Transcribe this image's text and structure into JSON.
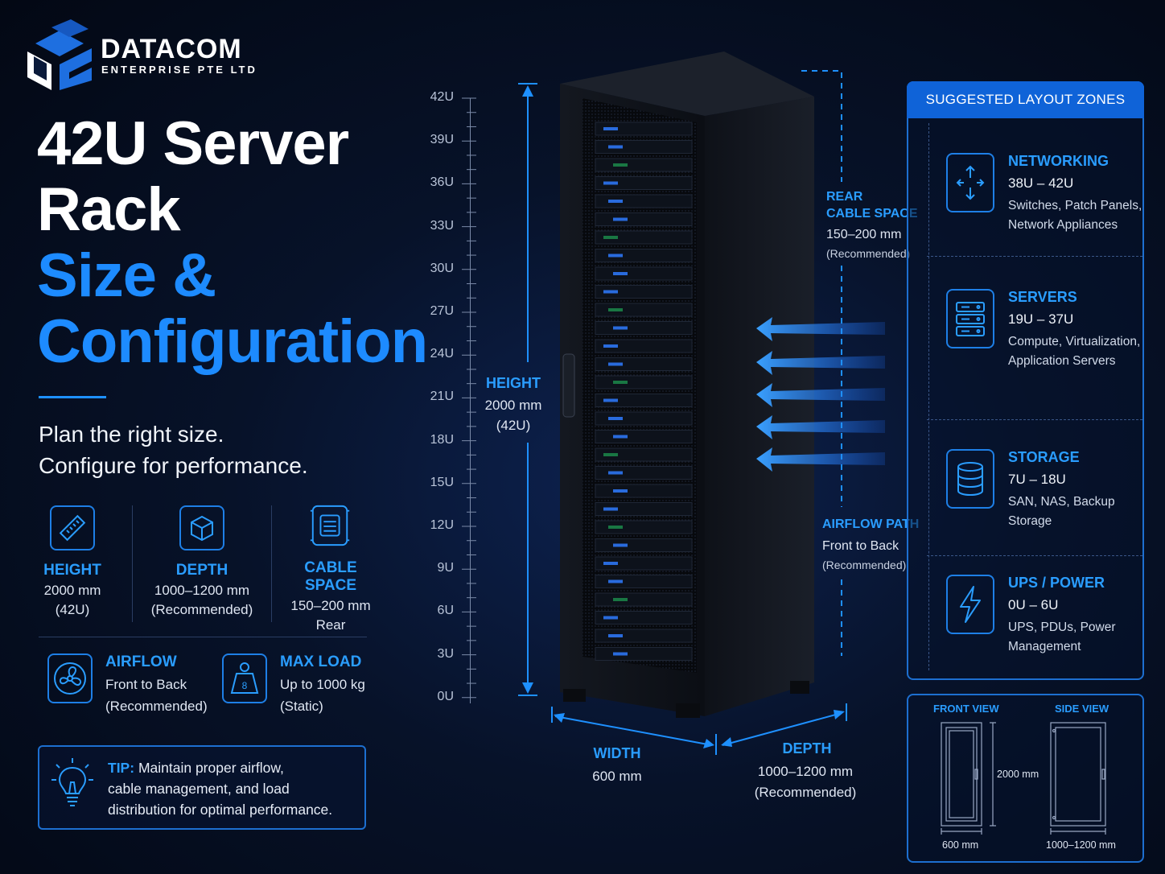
{
  "brand": {
    "name": "DATACOM",
    "subtitle": "ENTERPRISE PTE LTD"
  },
  "title": {
    "line1": "42U Server",
    "line2": "Rack",
    "line3": "Size &",
    "line4": "Configuration"
  },
  "tagline": {
    "line1": "Plan the right size.",
    "line2": "Configure for performance."
  },
  "specs": [
    {
      "icon": "ruler-icon",
      "title": "HEIGHT",
      "line1": "2000 mm",
      "line2": "(42U)"
    },
    {
      "icon": "cube-icon",
      "title": "DEPTH",
      "line1": "1000–1200 mm",
      "line2": "(Recommended)"
    },
    {
      "icon": "cable-organizer-icon",
      "title": "CABLE SPACE",
      "line1": "150–200 mm",
      "line2": "Rear"
    }
  ],
  "specs2": [
    {
      "icon": "fan-icon",
      "title": "AIRFLOW",
      "line1": "Front to Back",
      "line2": "(Recommended)"
    },
    {
      "icon": "weight-icon",
      "title": "MAX LOAD",
      "line1": "Up to 1000 kg",
      "line2": "(Static)"
    }
  ],
  "tip": {
    "label": "TIP:",
    "line1": "Maintain proper airflow,",
    "line2": "cable management, and load",
    "line3": "distribution for optimal performance."
  },
  "ruler": [
    "42U",
    "39U",
    "36U",
    "33U",
    "30U",
    "27U",
    "24U",
    "21U",
    "18U",
    "15U",
    "12U",
    "9U",
    "6U",
    "3U",
    "0U"
  ],
  "rack_dims": {
    "height_title": "HEIGHT",
    "height_val": "2000 mm",
    "height_u": "(42U)",
    "width_title": "WIDTH",
    "width_val": "600 mm",
    "depth_title": "DEPTH",
    "depth_val": "1000–1200 mm",
    "depth_note": "(Recommended)",
    "rear_title1": "REAR",
    "rear_title2": "CABLE SPACE",
    "rear_val": "150–200 mm",
    "rear_note": "(Recommended)",
    "airflow_title": "AIRFLOW PATH",
    "airflow_val": "Front to Back",
    "airflow_note": "(Recommended)"
  },
  "zones": {
    "header": "SUGGESTED LAYOUT ZONES",
    "items": [
      {
        "icon": "network-arrows-icon",
        "title": "NETWORKING",
        "range": "38U – 42U",
        "desc1": "Switches, Patch Panels,",
        "desc2": "Network Appliances"
      },
      {
        "icon": "server-icon",
        "title": "SERVERS",
        "range": "19U – 37U",
        "desc1": "Compute, Virtualization,",
        "desc2": "Application Servers"
      },
      {
        "icon": "database-icon",
        "title": "STORAGE",
        "range": "7U – 18U",
        "desc1": "SAN, NAS, Backup",
        "desc2": "Storage"
      },
      {
        "icon": "lightning-icon",
        "title": "UPS / POWER",
        "range": "0U – 6U",
        "desc1": "UPS, PDUs, Power",
        "desc2": "Management"
      }
    ]
  },
  "views": {
    "front_title": "FRONT VIEW",
    "side_title": "SIDE VIEW",
    "height_label": "2000 mm",
    "front_width": "600 mm",
    "side_depth": "1000–1200 mm"
  },
  "colors": {
    "accent": "#1e90ff",
    "background": "#071229",
    "panel_border": "#1d6fd0"
  }
}
